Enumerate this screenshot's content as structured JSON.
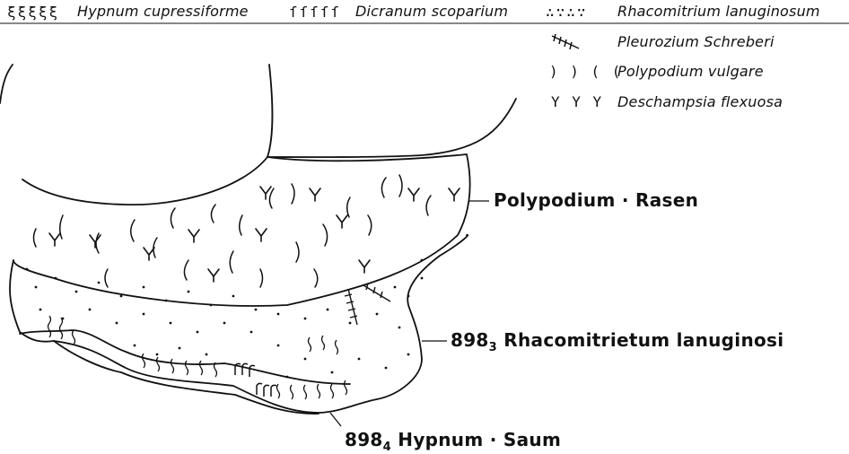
{
  "legend": [
    {
      "symbol": "ξξξξξ",
      "label": "Hypnum cupressiforme"
    },
    {
      "symbol": "ſſſſſ",
      "label": "Dicranum scoparium"
    },
    {
      "symbol": "∴∵∴∵",
      "label": "Rhacomitrium lanuginosum"
    },
    {
      "symbol": "",
      "label": "Pleurozium Schreberi"
    },
    {
      "symbol": ") ) ( (",
      "label": "Polypodium vulgare"
    },
    {
      "symbol": "Y Y Y",
      "label": "Deschampsia flexuosa"
    }
  ],
  "callouts": {
    "polypodium": {
      "text": "Polypodium · Rasen"
    },
    "rhacomitrietum": {
      "number": "898",
      "subscript": "3",
      "text": "Rhacomitrietum lanuginosi"
    },
    "hypnum": {
      "number": "898",
      "subscript": "4",
      "text": "Hypnum · Saum"
    }
  },
  "colors": {
    "ink": "#111111",
    "paper": "#ffffff"
  }
}
